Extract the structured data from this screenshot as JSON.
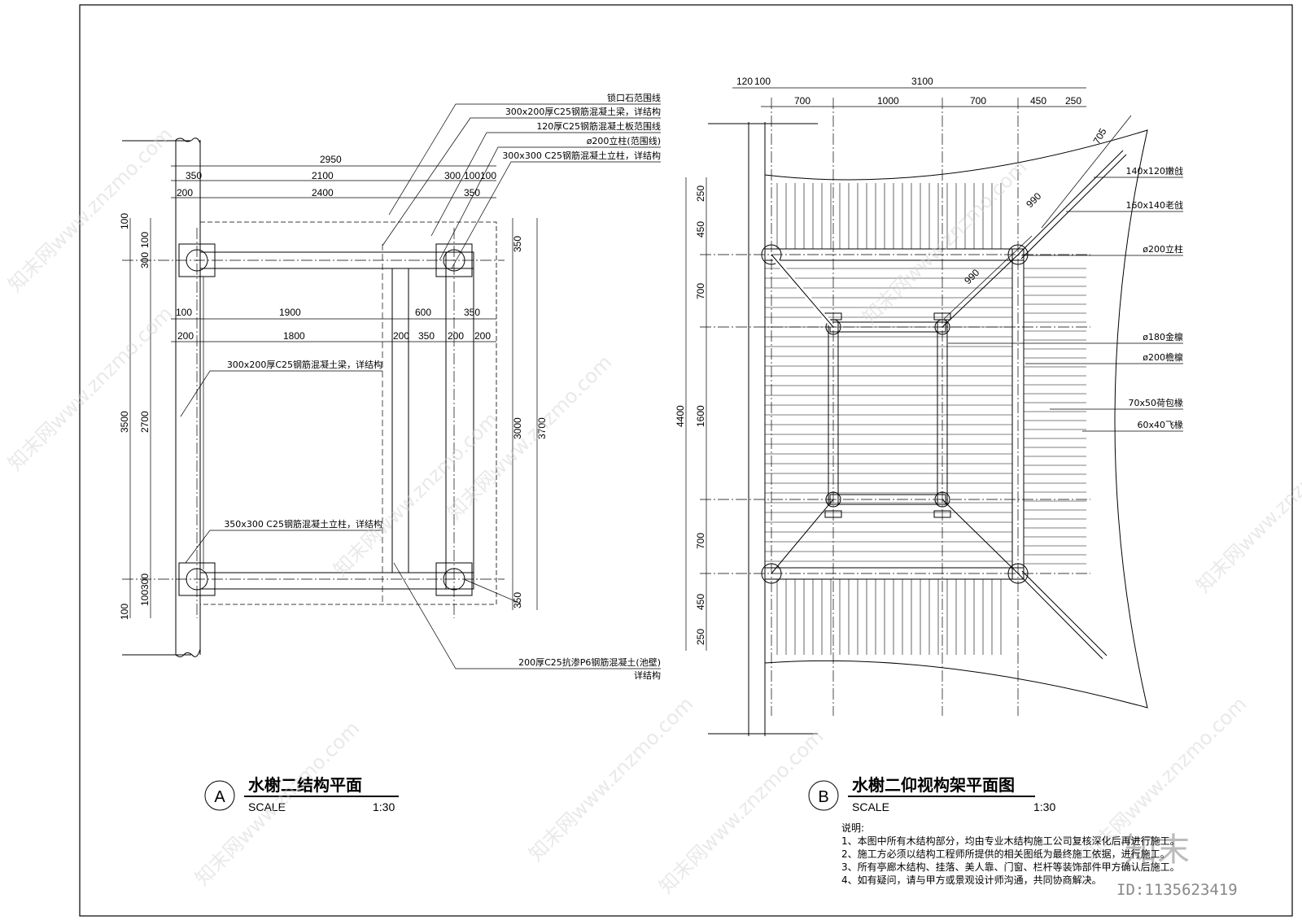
{
  "drawing_a": {
    "label": "A",
    "title": "水榭二结构平面",
    "scale_label": "SCALE",
    "scale_value": "1:30",
    "top_dims": [
      "2950",
      "350",
      "2100",
      "300",
      "100",
      "100",
      "200",
      "2400",
      "350"
    ],
    "mid_dims": [
      "100",
      "1900",
      "600",
      "350",
      "200",
      "1800",
      "200",
      "350",
      "200",
      "200"
    ],
    "left_dims": [
      "100",
      "100",
      "300",
      "3500",
      "2700",
      "300",
      "100",
      "100"
    ],
    "right_dims": [
      "350",
      "3000",
      "3700",
      "350"
    ],
    "leaders_top": [
      "锁口石范围线",
      "300x200厚C25钢筋混凝土梁，详结构",
      "120厚C25钢筋混凝土板范围线",
      "ø200立柱(范围线)",
      "300x300  C25钢筋混凝土立柱，详结构"
    ],
    "leader_beam": "300x200厚C25钢筋混凝土梁，详结构",
    "leader_column": "350x300  C25钢筋混凝土立柱，详结构",
    "leader_wall_1": "200厚C25抗渗P6钢筋混凝土(池壁)",
    "leader_wall_2": "详结构"
  },
  "drawing_b": {
    "label": "B",
    "title": "水榭二仰视构架平面图",
    "scale_label": "SCALE",
    "scale_value": "1:30",
    "top_dims": [
      "120",
      "100",
      "3100",
      "700",
      "1000",
      "700",
      "450",
      "250"
    ],
    "left_dims": [
      "250",
      "450",
      "700",
      "1600",
      "700",
      "450",
      "250",
      "4400"
    ],
    "diag_dims": [
      "705",
      "990",
      "990"
    ],
    "leaders": [
      "140x120嫩戗",
      "160x140老戗",
      "ø200立柱",
      "ø180金檩",
      "ø200檐檩",
      "70x50荷包椽",
      "60x40飞椽"
    ]
  },
  "notes": {
    "heading": "说明:",
    "items": [
      "1、本图中所有木结构部分，均由专业木结构施工公司复核深化后再进行施工。",
      "2、施工方必须以结构工程师所提供的相关图纸为最终施工依据，进行施工。",
      "3、所有亭廊木结构、挂落、美人靠、门窗、栏杆等装饰部件甲方确认后施工。",
      "4、如有疑问，请与甲方或景观设计师沟通，共同协商解决。"
    ]
  },
  "watermark": {
    "text": "知末网www.znzmo.com",
    "brand": "知末",
    "id": "ID:1135623419"
  }
}
